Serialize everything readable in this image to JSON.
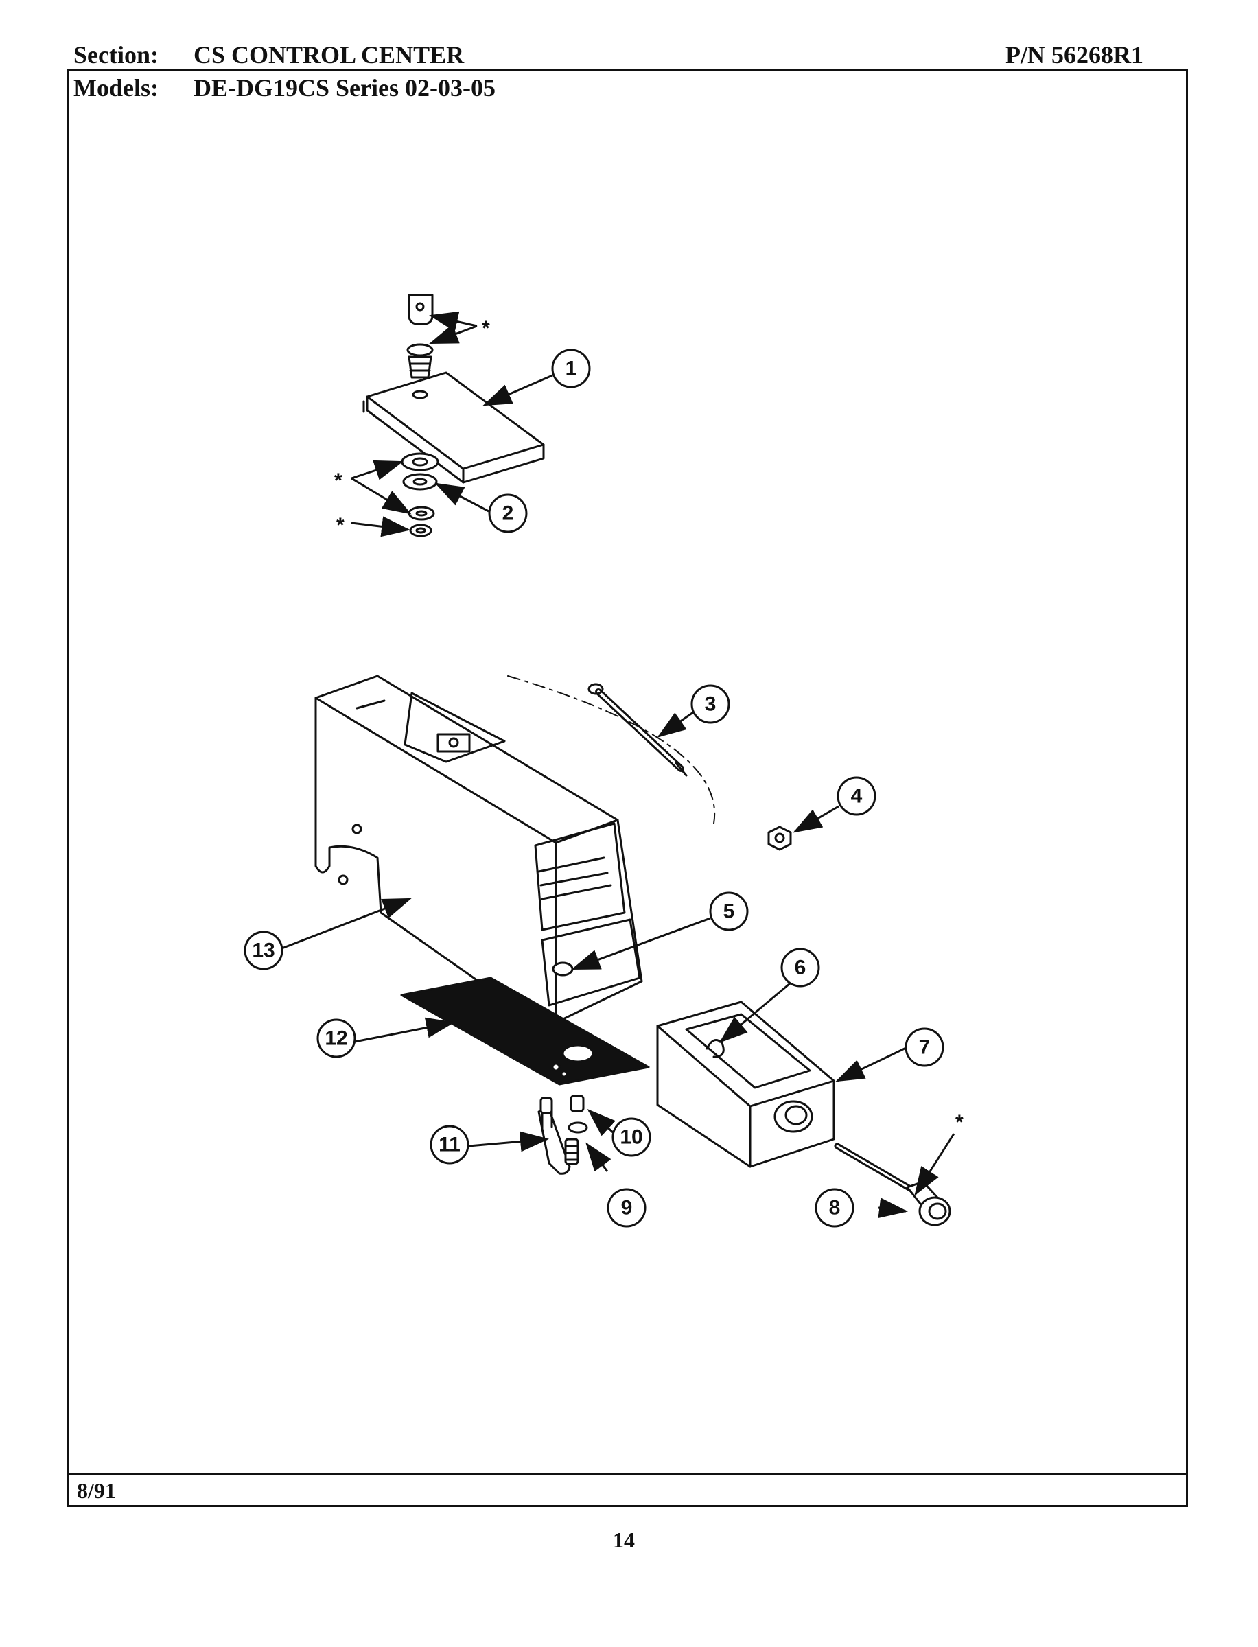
{
  "header": {
    "section_label": "Section:",
    "section_value": "CS CONTROL CENTER",
    "part_number": "P/N 56268R1",
    "models_label": "Models:",
    "models_value": "DE-DG19CS  Series 02-03-05"
  },
  "footer": {
    "date": "8/91",
    "page_number": "14"
  },
  "callouts": [
    "1",
    "2",
    "3",
    "4",
    "5",
    "6",
    "7",
    "8",
    "9",
    "10",
    "11",
    "12",
    "13"
  ],
  "asterisk": "*"
}
